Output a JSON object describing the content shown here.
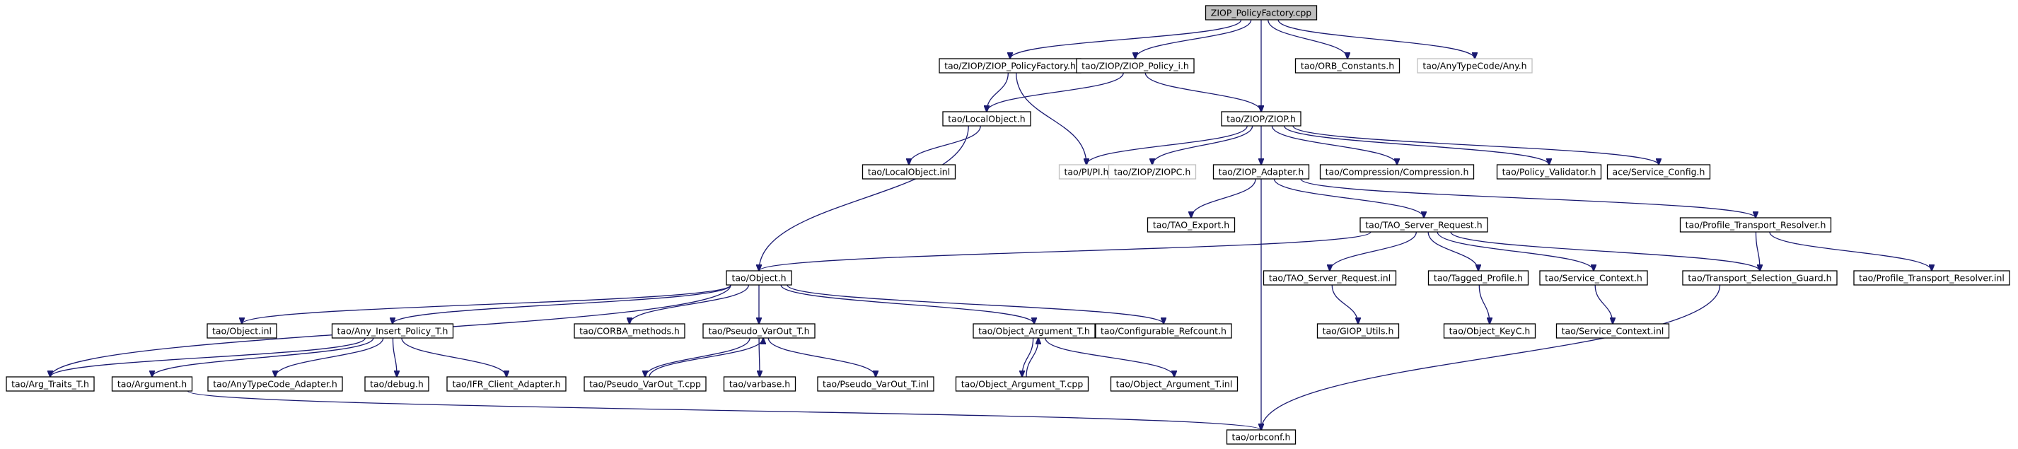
{
  "graph": {
    "nodes": [
      {
        "id": "root",
        "label": "ZIOP_PolicyFactory.cpp",
        "style": "root"
      },
      {
        "id": "pf_h",
        "label": "tao/ZIOP/ZIOP_PolicyFactory.h",
        "style": "normal"
      },
      {
        "id": "policy_i_h",
        "label": "tao/ZIOP/ZIOP_Policy_i.h",
        "style": "normal"
      },
      {
        "id": "orb_constants",
        "label": "tao/ORB_Constants.h",
        "style": "normal"
      },
      {
        "id": "any_h",
        "label": "tao/AnyTypeCode/Any.h",
        "style": "missing"
      },
      {
        "id": "localobject_h",
        "label": "tao/LocalObject.h",
        "style": "normal"
      },
      {
        "id": "ziop_h",
        "label": "tao/ZIOP/ZIOP.h",
        "style": "normal"
      },
      {
        "id": "localobject_inl",
        "label": "tao/LocalObject.inl",
        "style": "normal"
      },
      {
        "id": "pi_h",
        "label": "tao/PI/PI.h",
        "style": "missing"
      },
      {
        "id": "ziopc_h",
        "label": "tao/ZIOP/ZIOPC.h",
        "style": "missing"
      },
      {
        "id": "ziop_adapter",
        "label": "tao/ZIOP_Adapter.h",
        "style": "normal"
      },
      {
        "id": "compression",
        "label": "tao/Compression/Compression.h",
        "style": "normal"
      },
      {
        "id": "policy_validator",
        "label": "tao/Policy_Validator.h",
        "style": "normal"
      },
      {
        "id": "service_config",
        "label": "ace/Service_Config.h",
        "style": "normal"
      },
      {
        "id": "tao_export",
        "label": "tao/TAO_Export.h",
        "style": "normal"
      },
      {
        "id": "server_request",
        "label": "tao/TAO_Server_Request.h",
        "style": "normal"
      },
      {
        "id": "ptr_h",
        "label": "tao/Profile_Transport_Resolver.h",
        "style": "normal"
      },
      {
        "id": "object_h",
        "label": "tao/Object.h",
        "style": "normal"
      },
      {
        "id": "server_request_inl",
        "label": "tao/TAO_Server_Request.inl",
        "style": "normal"
      },
      {
        "id": "tagged_profile",
        "label": "tao/Tagged_Profile.h",
        "style": "normal"
      },
      {
        "id": "service_context_h",
        "label": "tao/Service_Context.h",
        "style": "normal"
      },
      {
        "id": "tsg",
        "label": "tao/Transport_Selection_Guard.h",
        "style": "normal"
      },
      {
        "id": "ptr_inl",
        "label": "tao/Profile_Transport_Resolver.inl",
        "style": "normal"
      },
      {
        "id": "object_inl",
        "label": "tao/Object.inl",
        "style": "normal"
      },
      {
        "id": "any_insert",
        "label": "tao/Any_Insert_Policy_T.h",
        "style": "normal"
      },
      {
        "id": "corba_methods",
        "label": "tao/CORBA_methods.h",
        "style": "normal"
      },
      {
        "id": "pseudo_varout_h",
        "label": "tao/Pseudo_VarOut_T.h",
        "style": "normal"
      },
      {
        "id": "object_argument_h",
        "label": "tao/Object_Argument_T.h",
        "style": "normal"
      },
      {
        "id": "configurable_refcount",
        "label": "tao/Configurable_Refcount.h",
        "style": "normal"
      },
      {
        "id": "giop_utils",
        "label": "tao/GIOP_Utils.h",
        "style": "normal"
      },
      {
        "id": "object_keyc",
        "label": "tao/Object_KeyC.h",
        "style": "normal"
      },
      {
        "id": "service_context_inl",
        "label": "tao/Service_Context.inl",
        "style": "normal"
      },
      {
        "id": "arg_traits",
        "label": "tao/Arg_Traits_T.h",
        "style": "normal"
      },
      {
        "id": "argument_h",
        "label": "tao/Argument.h",
        "style": "normal"
      },
      {
        "id": "anytypecode_adapter",
        "label": "tao/AnyTypeCode_Adapter.h",
        "style": "normal"
      },
      {
        "id": "debug_h",
        "label": "tao/debug.h",
        "style": "normal"
      },
      {
        "id": "ifr_client_adapter",
        "label": "tao/IFR_Client_Adapter.h",
        "style": "normal"
      },
      {
        "id": "pseudo_varout_cpp",
        "label": "tao/Pseudo_VarOut_T.cpp",
        "style": "normal"
      },
      {
        "id": "varbase_h",
        "label": "tao/varbase.h",
        "style": "normal"
      },
      {
        "id": "pseudo_varout_inl",
        "label": "tao/Pseudo_VarOut_T.inl",
        "style": "normal"
      },
      {
        "id": "object_argument_cpp",
        "label": "tao/Object_Argument_T.cpp",
        "style": "normal"
      },
      {
        "id": "object_argument_inl",
        "label": "tao/Object_Argument_T.inl",
        "style": "normal"
      },
      {
        "id": "orbconf_h",
        "label": "tao/orbconf.h",
        "style": "normal"
      }
    ],
    "edges": [
      [
        "root",
        "pf_h"
      ],
      [
        "root",
        "policy_i_h"
      ],
      [
        "root",
        "ziop_h"
      ],
      [
        "root",
        "orb_constants"
      ],
      [
        "root",
        "any_h"
      ],
      [
        "pf_h",
        "localobject_h"
      ],
      [
        "pf_h",
        "pi_h"
      ],
      [
        "policy_i_h",
        "localobject_h"
      ],
      [
        "policy_i_h",
        "ziop_h"
      ],
      [
        "localobject_h",
        "localobject_inl"
      ],
      [
        "localobject_h",
        "object_h"
      ],
      [
        "ziop_h",
        "pi_h"
      ],
      [
        "ziop_h",
        "ziopc_h"
      ],
      [
        "ziop_h",
        "ziop_adapter"
      ],
      [
        "ziop_h",
        "compression"
      ],
      [
        "ziop_h",
        "policy_validator"
      ],
      [
        "ziop_h",
        "service_config"
      ],
      [
        "ziop_adapter",
        "tao_export"
      ],
      [
        "ziop_adapter",
        "server_request"
      ],
      [
        "ziop_adapter",
        "ptr_h"
      ],
      [
        "ziop_adapter",
        "orbconf_h"
      ],
      [
        "server_request",
        "object_h"
      ],
      [
        "server_request",
        "server_request_inl"
      ],
      [
        "server_request",
        "tagged_profile"
      ],
      [
        "server_request",
        "service_context_h"
      ],
      [
        "server_request",
        "tsg"
      ],
      [
        "ptr_h",
        "tsg"
      ],
      [
        "ptr_h",
        "ptr_inl"
      ],
      [
        "server_request_inl",
        "giop_utils"
      ],
      [
        "tagged_profile",
        "object_keyc"
      ],
      [
        "service_context_h",
        "service_context_inl"
      ],
      [
        "tsg",
        "orbconf_h"
      ],
      [
        "object_h",
        "object_inl"
      ],
      [
        "object_h",
        "arg_traits"
      ],
      [
        "object_h",
        "any_insert"
      ],
      [
        "object_h",
        "corba_methods"
      ],
      [
        "object_h",
        "pseudo_varout_h"
      ],
      [
        "object_h",
        "object_argument_h"
      ],
      [
        "object_h",
        "configurable_refcount"
      ],
      [
        "any_insert",
        "arg_traits"
      ],
      [
        "any_insert",
        "argument_h"
      ],
      [
        "any_insert",
        "anytypecode_adapter"
      ],
      [
        "any_insert",
        "debug_h"
      ],
      [
        "any_insert",
        "ifr_client_adapter"
      ],
      [
        "pseudo_varout_h",
        "pseudo_varout_cpp"
      ],
      [
        "pseudo_varout_cpp",
        "pseudo_varout_h"
      ],
      [
        "pseudo_varout_h",
        "varbase_h"
      ],
      [
        "pseudo_varout_h",
        "pseudo_varout_inl"
      ],
      [
        "object_argument_h",
        "object_argument_cpp"
      ],
      [
        "object_argument_cpp",
        "object_argument_h"
      ],
      [
        "object_argument_h",
        "object_argument_inl"
      ],
      [
        "argument_h",
        "orbconf_h"
      ]
    ]
  }
}
